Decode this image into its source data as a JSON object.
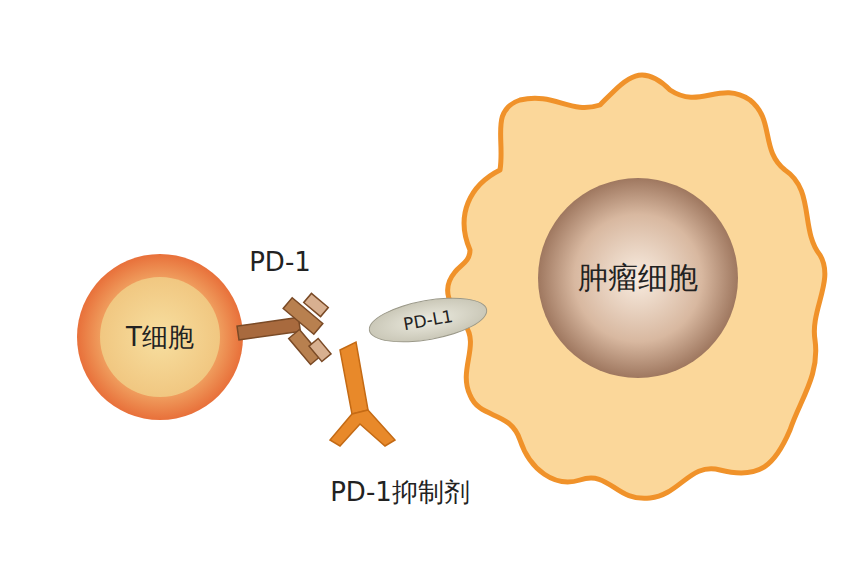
{
  "diagram": {
    "nodes": [
      {
        "text": [
          "T细胞"
        ]
      },
      {
        "text": [
          "PD-L1"
        ]
      },
      {
        "text": [
          "肿瘤细胞"
        ]
      }
    ],
    "labels": [
      "PD-1",
      "PD-1抑制剂"
    ]
  }
}
